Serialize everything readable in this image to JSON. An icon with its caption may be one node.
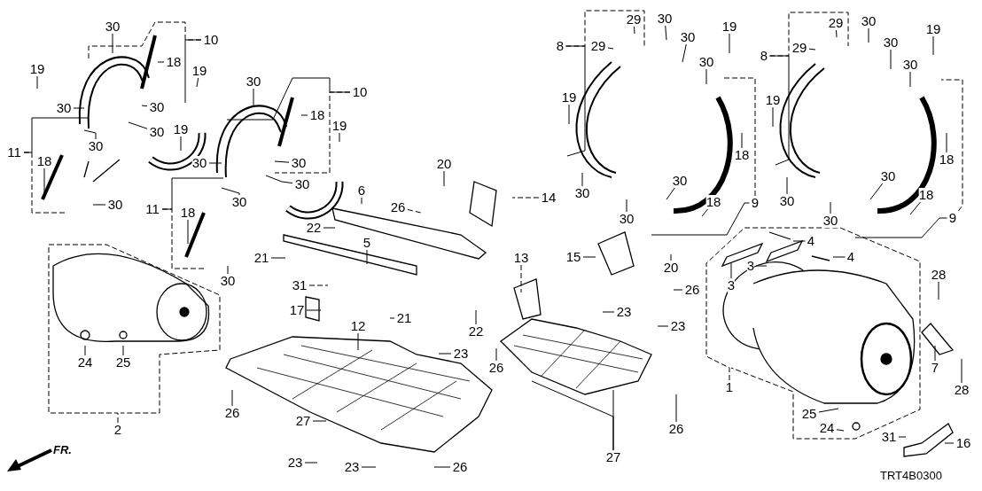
{
  "diagram": {
    "nodes": [
      {
        "text": [
          "30"
        ]
      },
      {
        "text": [
          "10"
        ]
      },
      {
        "text": [
          "18"
        ]
      },
      {
        "text": [
          "19"
        ]
      },
      {
        "text": [
          "19"
        ]
      },
      {
        "text": [
          "30"
        ]
      },
      {
        "text": [
          "30"
        ]
      },
      {
        "text": [
          "30"
        ]
      },
      {
        "text": [
          "30"
        ]
      },
      {
        "text": [
          "11"
        ]
      },
      {
        "text": [
          "18"
        ]
      },
      {
        "text": [
          "30"
        ]
      },
      {
        "text": [
          "30"
        ]
      },
      {
        "text": [
          "10"
        ]
      },
      {
        "text": [
          "18"
        ]
      },
      {
        "text": [
          "19"
        ]
      },
      {
        "text": [
          "19"
        ]
      },
      {
        "text": [
          "30"
        ]
      },
      {
        "text": [
          "30"
        ]
      },
      {
        "text": [
          "30"
        ]
      },
      {
        "text": [
          "30"
        ]
      },
      {
        "text": [
          "11"
        ]
      },
      {
        "text": [
          "18"
        ]
      },
      {
        "text": [
          "30"
        ]
      },
      {
        "text": [
          "20"
        ]
      },
      {
        "text": [
          "6"
        ]
      },
      {
        "text": [
          "26"
        ]
      },
      {
        "text": [
          "14"
        ]
      },
      {
        "text": [
          "22"
        ]
      },
      {
        "text": [
          "5"
        ]
      },
      {
        "text": [
          "21"
        ]
      },
      {
        "text": [
          "31"
        ]
      },
      {
        "text": [
          "17"
        ]
      },
      {
        "text": [
          "12"
        ]
      },
      {
        "text": [
          "21"
        ]
      },
      {
        "text": [
          "22"
        ]
      },
      {
        "text": [
          "13"
        ]
      },
      {
        "text": [
          "15"
        ]
      },
      {
        "text": [
          "20"
        ]
      },
      {
        "text": [
          "26"
        ]
      },
      {
        "text": [
          "23"
        ]
      },
      {
        "text": [
          "23"
        ]
      },
      {
        "text": [
          "23"
        ]
      },
      {
        "text": [
          "26"
        ]
      },
      {
        "text": [
          "26"
        ]
      },
      {
        "text": [
          "27"
        ]
      },
      {
        "text": [
          "23"
        ]
      },
      {
        "text": [
          "23"
        ]
      },
      {
        "text": [
          "26"
        ]
      },
      {
        "text": [
          "27"
        ]
      },
      {
        "text": [
          "26"
        ]
      },
      {
        "text": [
          "8"
        ]
      },
      {
        "text": [
          "29"
        ]
      },
      {
        "text": [
          "29"
        ]
      },
      {
        "text": [
          "30"
        ]
      },
      {
        "text": [
          "30"
        ]
      },
      {
        "text": [
          "30"
        ]
      },
      {
        "text": [
          "19"
        ]
      },
      {
        "text": [
          "19"
        ]
      },
      {
        "text": [
          "18"
        ]
      },
      {
        "text": [
          "30"
        ]
      },
      {
        "text": [
          "30"
        ]
      },
      {
        "text": [
          "18"
        ]
      },
      {
        "text": [
          "9"
        ]
      },
      {
        "text": [
          "30"
        ]
      },
      {
        "text": [
          "8"
        ]
      },
      {
        "text": [
          "29"
        ]
      },
      {
        "text": [
          "29"
        ]
      },
      {
        "text": [
          "30"
        ]
      },
      {
        "text": [
          "30"
        ]
      },
      {
        "text": [
          "30"
        ]
      },
      {
        "text": [
          "19"
        ]
      },
      {
        "text": [
          "19"
        ]
      },
      {
        "text": [
          "18"
        ]
      },
      {
        "text": [
          "30"
        ]
      },
      {
        "text": [
          "30"
        ]
      },
      {
        "text": [
          "18"
        ]
      },
      {
        "text": [
          "9"
        ]
      },
      {
        "text": [
          "30"
        ]
      },
      {
        "text": [
          "4"
        ]
      },
      {
        "text": [
          "4"
        ]
      },
      {
        "text": [
          "3"
        ]
      },
      {
        "text": [
          "3"
        ]
      },
      {
        "text": [
          "28"
        ]
      },
      {
        "text": [
          "7"
        ]
      },
      {
        "text": [
          "28"
        ]
      },
      {
        "text": [
          "1"
        ]
      },
      {
        "text": [
          "25"
        ]
      },
      {
        "text": [
          "24"
        ]
      },
      {
        "text": [
          "31"
        ]
      },
      {
        "text": [
          "16"
        ]
      },
      {
        "text": [
          "24"
        ]
      },
      {
        "text": [
          "25"
        ]
      },
      {
        "text": [
          "2"
        ]
      }
    ],
    "edges": [
      {
        "from": 0,
        "to": null,
        "arrow": "none"
      },
      {
        "from": 1,
        "to": null,
        "arrow": "none"
      },
      {
        "from": 1,
        "to": null,
        "arrow": "none",
        "style": "dashed"
      },
      {
        "from": 2,
        "to": null,
        "arrow": "none"
      },
      {
        "from": 3,
        "to": null,
        "arrow": "none"
      },
      {
        "from": 4,
        "to": null,
        "arrow": "none"
      },
      {
        "from": 5,
        "to": null,
        "arrow": "none"
      },
      {
        "from": 6,
        "to": null,
        "arrow": "none"
      },
      {
        "from": 7,
        "to": null,
        "arrow": "none"
      },
      {
        "from": 8,
        "to": null,
        "arrow": "none"
      },
      {
        "from": 9,
        "to": null,
        "arrow": "none"
      },
      {
        "from": 9,
        "to": null,
        "arrow": "none",
        "style": "dashed"
      },
      {
        "from": 10,
        "to": null,
        "arrow": "none"
      },
      {
        "from": 11,
        "to": null,
        "arrow": "none"
      },
      {
        "from": 12,
        "to": null,
        "arrow": "none"
      },
      {
        "from": 13,
        "to": null,
        "arrow": "none"
      },
      {
        "from": 13,
        "to": null,
        "arrow": "none",
        "style": "dashed"
      },
      {
        "from": 14,
        "to": null,
        "arrow": "none"
      },
      {
        "from": 15,
        "to": null,
        "arrow": "none"
      },
      {
        "from": 16,
        "to": null,
        "arrow": "none"
      },
      {
        "from": 17,
        "to": null,
        "arrow": "none"
      },
      {
        "from": 18,
        "to": null,
        "arrow": "none"
      },
      {
        "from": 19,
        "to": null,
        "arrow": "none"
      },
      {
        "from": 20,
        "to": null,
        "arrow": "none"
      },
      {
        "from": 21,
        "to": null,
        "arrow": "none"
      },
      {
        "from": 21,
        "to": null,
        "arrow": "none",
        "style": "dashed"
      },
      {
        "from": 22,
        "to": null,
        "arrow": "none"
      },
      {
        "from": 23,
        "to": null,
        "arrow": "none"
      },
      {
        "from": 24,
        "to": null,
        "arrow": "none"
      },
      {
        "from": 25,
        "to": null,
        "arrow": "none"
      },
      {
        "from": 26,
        "to": null,
        "arrow": "none",
        "style": "dashed"
      },
      {
        "from": 27,
        "to": null,
        "arrow": "none",
        "style": "dashed"
      },
      {
        "from": 28,
        "to": null,
        "arrow": "none"
      },
      {
        "from": 29,
        "to": null,
        "arrow": "none"
      },
      {
        "from": 30,
        "to": null,
        "arrow": "none"
      },
      {
        "from": 31,
        "to": null,
        "arrow": "none",
        "style": "dashed"
      },
      {
        "from": 32,
        "to": null,
        "arrow": "none"
      },
      {
        "from": 33,
        "to": null,
        "arrow": "none"
      },
      {
        "from": 34,
        "to": null,
        "arrow": "none"
      },
      {
        "from": 35,
        "to": null,
        "arrow": "none"
      },
      {
        "from": 36,
        "to": null,
        "arrow": "none",
        "style": "dashed"
      },
      {
        "from": 37,
        "to": null,
        "arrow": "none"
      },
      {
        "from": 38,
        "to": null,
        "arrow": "none"
      },
      {
        "from": 39,
        "to": null,
        "arrow": "none"
      },
      {
        "from": 40,
        "to": null,
        "arrow": "none"
      },
      {
        "from": 41,
        "to": null,
        "arrow": "none"
      },
      {
        "from": 42,
        "to": null,
        "arrow": "none"
      },
      {
        "from": 43,
        "to": null,
        "arrow": "none"
      },
      {
        "from": 44,
        "to": null,
        "arrow": "none"
      },
      {
        "from": 45,
        "to": null,
        "arrow": "none"
      },
      {
        "from": 46,
        "to": null,
        "arrow": "none"
      },
      {
        "from": 47,
        "to": null,
        "arrow": "none"
      },
      {
        "from": 48,
        "to": null,
        "arrow": "none"
      },
      {
        "from": 49,
        "to": null,
        "arrow": "none"
      },
      {
        "from": 49,
        "to": null,
        "arrow": "none"
      },
      {
        "from": 50,
        "to": null,
        "arrow": "none"
      },
      {
        "from": 51,
        "to": null,
        "arrow": "none"
      },
      {
        "from": 51,
        "to": null,
        "arrow": "none",
        "style": "dashed"
      },
      {
        "from": 52,
        "to": null,
        "arrow": "none"
      },
      {
        "from": 53,
        "to": null,
        "arrow": "none"
      },
      {
        "from": 54,
        "to": null,
        "arrow": "none"
      },
      {
        "from": 55,
        "to": null,
        "arrow": "none"
      },
      {
        "from": 56,
        "to": null,
        "arrow": "none"
      },
      {
        "from": 57,
        "to": null,
        "arrow": "none"
      },
      {
        "from": 58,
        "to": null,
        "arrow": "none"
      },
      {
        "from": 59,
        "to": null,
        "arrow": "none"
      },
      {
        "from": 60,
        "to": null,
        "arrow": "none"
      },
      {
        "from": 61,
        "to": null,
        "arrow": "none"
      },
      {
        "from": 62,
        "to": null,
        "arrow": "none"
      },
      {
        "from": 63,
        "to": null,
        "arrow": "none"
      },
      {
        "from": 63,
        "to": null,
        "arrow": "none",
        "style": "dashed"
      },
      {
        "from": 64,
        "to": null,
        "arrow": "none"
      },
      {
        "from": 65,
        "to": null,
        "arrow": "none"
      },
      {
        "from": 65,
        "to": null,
        "arrow": "none",
        "style": "dashed"
      },
      {
        "from": 66,
        "to": null,
        "arrow": "none"
      },
      {
        "from": 67,
        "to": null,
        "arrow": "none"
      },
      {
        "from": 68,
        "to": null,
        "arrow": "none"
      },
      {
        "from": 69,
        "to": null,
        "arrow": "none"
      },
      {
        "from": 70,
        "to": null,
        "arrow": "none"
      },
      {
        "from": 71,
        "to": null,
        "arrow": "none"
      },
      {
        "from": 72,
        "to": null,
        "arrow": "none"
      },
      {
        "from": 73,
        "to": null,
        "arrow": "none"
      },
      {
        "from": 74,
        "to": null,
        "arrow": "none"
      },
      {
        "from": 75,
        "to": null,
        "arrow": "none"
      },
      {
        "from": 76,
        "to": null,
        "arrow": "none"
      },
      {
        "from": 77,
        "to": null,
        "arrow": "none"
      },
      {
        "from": 77,
        "to": null,
        "arrow": "none",
        "style": "dashed"
      },
      {
        "from": 78,
        "to": null,
        "arrow": "none"
      },
      {
        "from": 79,
        "to": null,
        "arrow": "none"
      },
      {
        "from": 80,
        "to": null,
        "arrow": "none"
      },
      {
        "from": 81,
        "to": null,
        "arrow": "none"
      },
      {
        "from": 82,
        "to": null,
        "arrow": "none"
      },
      {
        "from": 83,
        "to": null,
        "arrow": "none"
      },
      {
        "from": 84,
        "to": null,
        "arrow": "none"
      },
      {
        "from": 85,
        "to": null,
        "arrow": "none"
      },
      {
        "from": 86,
        "to": null,
        "arrow": "none",
        "style": "dashed"
      },
      {
        "from": 87,
        "to": null,
        "arrow": "none"
      },
      {
        "from": 88,
        "to": null,
        "arrow": "none"
      },
      {
        "from": 89,
        "to": null,
        "arrow": "none"
      },
      {
        "from": 90,
        "to": null,
        "arrow": "none"
      },
      {
        "from": 91,
        "to": null,
        "arrow": "none"
      },
      {
        "from": 92,
        "to": null,
        "arrow": "none"
      },
      {
        "from": 93,
        "to": null,
        "arrow": "none",
        "style": "dashed"
      }
    ],
    "labels": [
      "FR.",
      "TRT4B0300"
    ]
  }
}
